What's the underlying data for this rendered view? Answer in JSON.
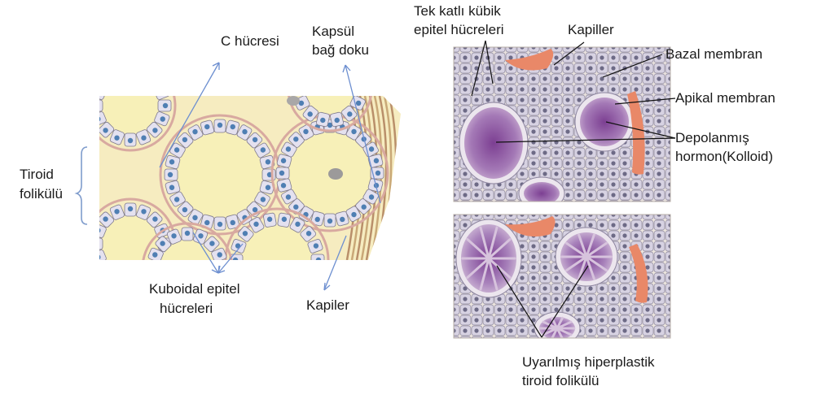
{
  "colors": {
    "tissue_bg": "#f6ecc0",
    "follicle_colloid": "#f7f0b8",
    "cell_fill": "#e4e1ef",
    "cell_nucleus": "#4f7fb3",
    "connective": "#d8a9a0",
    "capillary": "#e98868",
    "stim_colloid": "#8e5fa0",
    "stim_bg": "#ede6df",
    "arrow_blue": "#6d8fd0",
    "leader_black": "#111111"
  },
  "labels": {
    "c_cell": "C hücresi",
    "capsule_line1": "Kapsül",
    "capsule_line2": "bağ doku",
    "follicle_line1": "Tiroid",
    "follicle_line2": "folikülü",
    "cuboidal_line1": "Kuboidal epitel",
    "cuboidal_line2": "hücreleri",
    "capillary_left": "Kapiler",
    "simple_cuboidal_line1": "Tek katlı kübik",
    "simple_cuboidal_line2": "epitel hücreleri",
    "capillaries_right": "Kapiller",
    "basal_membrane": "Bazal membran",
    "apical_membrane": "Apikal membran",
    "stored_hormone_line1": "Depolanmış",
    "stored_hormone_line2": "hormon(Kolloid)",
    "stimulated_line1": "Uyarılmış hiperplastik",
    "stimulated_line2": "tiroid folikülü"
  }
}
